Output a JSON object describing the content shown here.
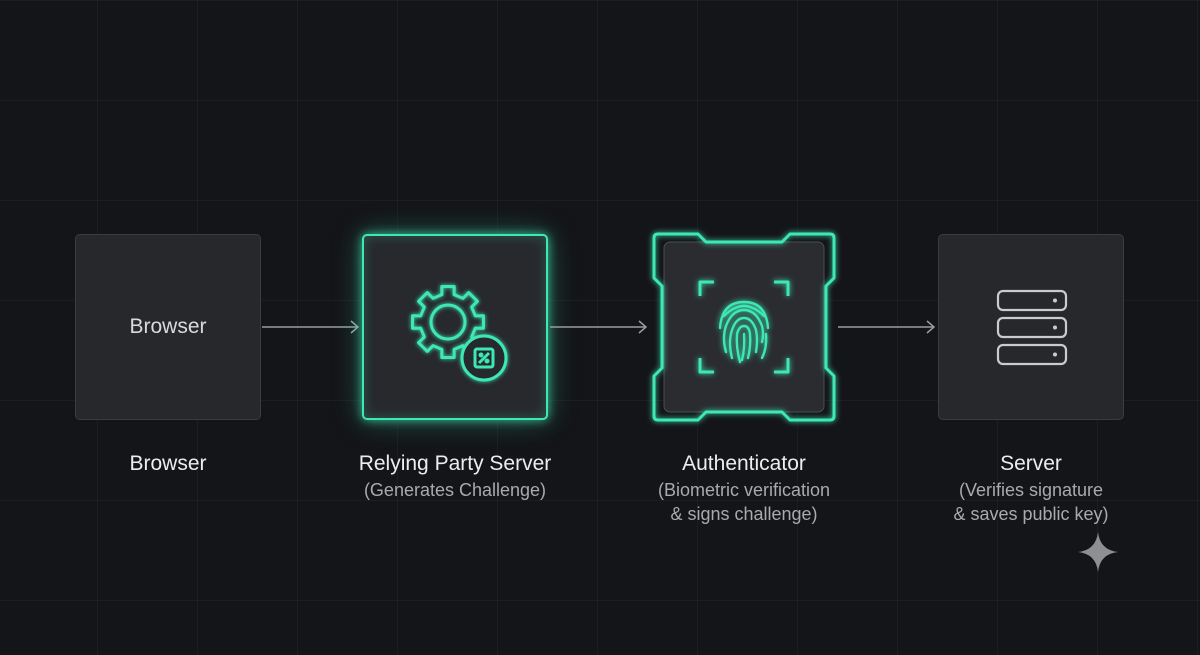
{
  "nodes": [
    {
      "id": "browser",
      "box_text": "Browser",
      "title": "Browser",
      "subtitle": []
    },
    {
      "id": "relying-party",
      "title": "Relying Party Server",
      "subtitle": [
        "(Generates Challenge)"
      ],
      "icon": "gear-key-icon"
    },
    {
      "id": "authenticator",
      "title": "Authenticator",
      "subtitle": [
        "(Biometric verification",
        "& signs challenge)"
      ],
      "icon": "fingerprint-icon"
    },
    {
      "id": "server",
      "title": "Server",
      "subtitle": [
        "(Verifies signature",
        "& saves public key)"
      ],
      "icon": "server-stack-icon"
    }
  ],
  "colors": {
    "background": "#141518",
    "node_fill": "#27282c",
    "accent": "#3ee8b5",
    "arrow": "#9a9ca0",
    "text": "#eceded",
    "subtext": "#a8aaae"
  },
  "decorations": {
    "corner_icon": "sparkle-icon"
  }
}
